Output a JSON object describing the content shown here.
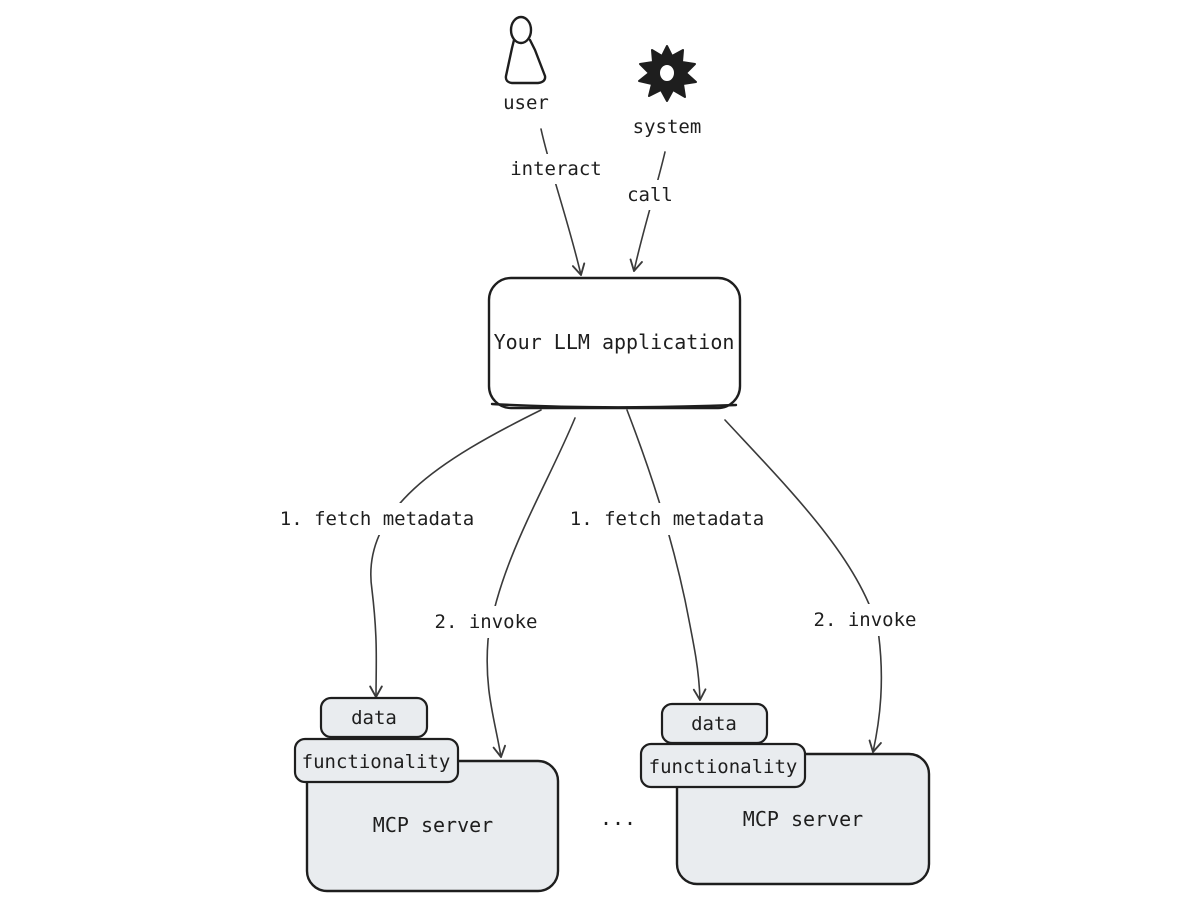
{
  "actors": {
    "user": {
      "label": "user",
      "icon": "person-icon"
    },
    "system": {
      "label": "system",
      "icon": "gear-icon"
    }
  },
  "edges": {
    "user_to_app": "interact",
    "system_to_app": "call",
    "left_fetch": "1. fetch metadata",
    "left_invoke": "2. invoke",
    "right_fetch": "1. fetch metadata",
    "right_invoke": "2. invoke"
  },
  "app": {
    "label": "Your LLM application"
  },
  "servers": [
    {
      "label": "MCP server",
      "data_tab": "data",
      "functionality_tab": "functionality"
    },
    {
      "label": "MCP server",
      "data_tab": "data",
      "functionality_tab": "functionality"
    }
  ],
  "ellipsis": "...",
  "colors": {
    "stroke": "#1e1e1e",
    "server_fill": "#e9ecef",
    "background": "#ffffff"
  }
}
